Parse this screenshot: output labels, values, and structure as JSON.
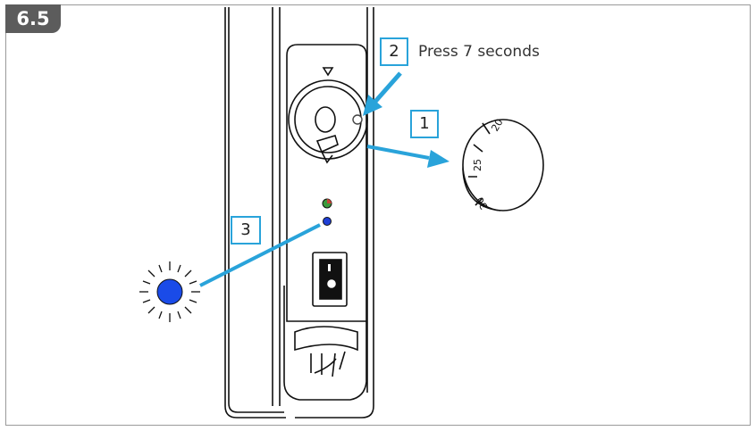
{
  "step": "6.5",
  "callouts": {
    "one": "1",
    "two": "2",
    "three": "3"
  },
  "instruction": "Press 7 seconds",
  "knob_numbers": [
    "20",
    "25",
    "30"
  ],
  "colors": {
    "accent": "#29a3da",
    "badge": "#5c5c5c",
    "led_green": "#3c9a3c",
    "led_red": "#c4453a",
    "led_blue": "#1f3fd6",
    "indicator_blue": "#1a4be8"
  }
}
